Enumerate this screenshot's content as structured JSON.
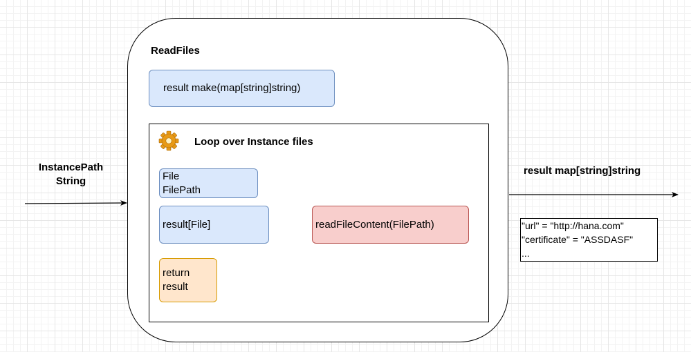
{
  "input": {
    "line1": "InstancePath",
    "line2": "String"
  },
  "readfiles": {
    "title": "ReadFiles",
    "make_box": "result make(map[string]string)"
  },
  "loop": {
    "title": "Loop over Instance files",
    "icon": "gear-icon",
    "file_box": "File\nFilePath",
    "result_box": "result[File]",
    "read_box": "readFileContent(FilePath)",
    "return_box": "return\nresult"
  },
  "output": {
    "label": "result map[string]string",
    "note_lines": [
      "\"url\" = \"http://hana.com\"",
      "\"certificate\" = \"ASSDASF\"",
      "..."
    ]
  },
  "colors": {
    "blue_fill": "#dae8fc",
    "blue_stroke": "#6c8ebf",
    "red_fill": "#f8cecc",
    "red_stroke": "#b85450",
    "orange_fill": "#ffe6cc",
    "orange_stroke": "#d79b00"
  }
}
